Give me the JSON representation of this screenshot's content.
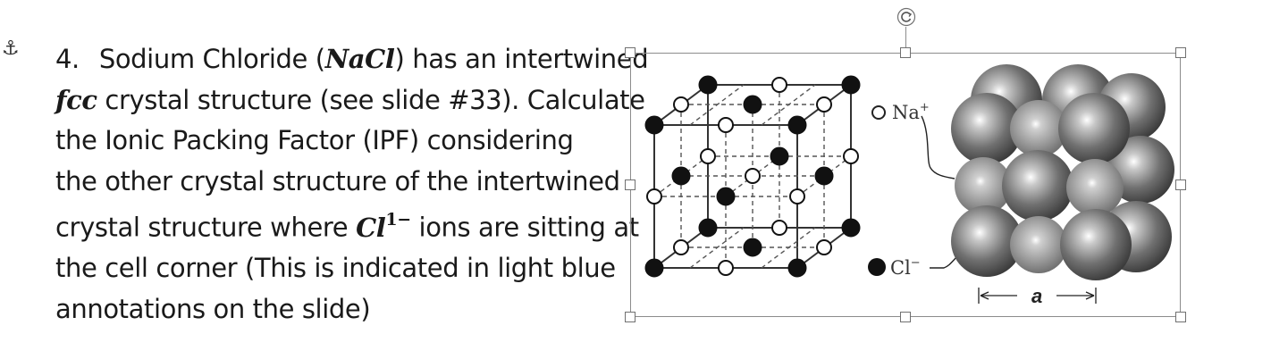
{
  "question": {
    "number": "4.",
    "line1_a": "Sodium Chloride (",
    "line1_math": "NaCl",
    "line1_b": ") has an intertwined",
    "line2_math": "fcc",
    "line2_b": " crystal structure (see slide #33). Calculate",
    "line3": "the Ionic Packing Factor (IPF) considering",
    "line4": "the other crystal structure of the intertwined",
    "line5_a": "crystal structure where ",
    "line5_math": "Cl",
    "line5_sup": "1−",
    "line5_b": " ions are sitting at",
    "line6": "the cell corner (This is indicated in light blue",
    "line7": "annotations on the slide)"
  },
  "figure": {
    "legend_na": "Na",
    "legend_na_sup": "+",
    "legend_cl": "Cl",
    "legend_cl_sup": "−",
    "dimension_label": "a"
  },
  "colors": {
    "text": "#1a1a1a",
    "selection_border": "#8c8c8c",
    "sphere_dark": "#5a5a5a",
    "sphere_light": "#9a9a9a"
  },
  "icons": {
    "anchor": "anchor-icon",
    "rotate": "rotate-handle-icon"
  }
}
